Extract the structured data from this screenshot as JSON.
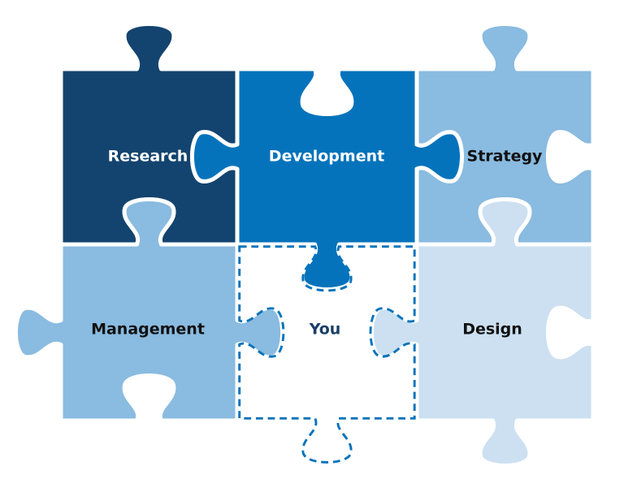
{
  "pieces": [
    {
      "id": "research",
      "label": "Research",
      "fill": "#13446f",
      "text_color": "#ffffff",
      "edges": {
        "top": "tab",
        "right": "blank",
        "bottom": "blank",
        "left": "flat"
      }
    },
    {
      "id": "development",
      "label": "Development",
      "fill": "#0573bb",
      "text_color": "#ffffff",
      "edges": {
        "top": "blank",
        "right": "tab",
        "bottom": "tab",
        "left": "tab"
      }
    },
    {
      "id": "strategy",
      "label": "Strategy",
      "fill": "#8abbe0",
      "text_color": "#111111",
      "edges": {
        "top": "tab",
        "right": "blank",
        "bottom": "blank",
        "left": "blank"
      }
    },
    {
      "id": "management",
      "label": "Management",
      "fill": "#8abbe0",
      "text_color": "#111111",
      "edges": {
        "top": "tab",
        "right": "tab",
        "bottom": "blank",
        "left": "tab"
      }
    },
    {
      "id": "you",
      "label": "You",
      "fill": "#ffffff",
      "outline": "#0573bb",
      "outline_style": "dashed",
      "text_color": "#1a3f66",
      "edges": {
        "top": "blank",
        "right": "blank",
        "bottom": "tab",
        "left": "blank"
      }
    },
    {
      "id": "design",
      "label": "Design",
      "fill": "#cce0f1",
      "text_color": "#111111",
      "edges": {
        "top": "tab",
        "right": "blank",
        "bottom": "tab",
        "left": "tab"
      }
    }
  ]
}
